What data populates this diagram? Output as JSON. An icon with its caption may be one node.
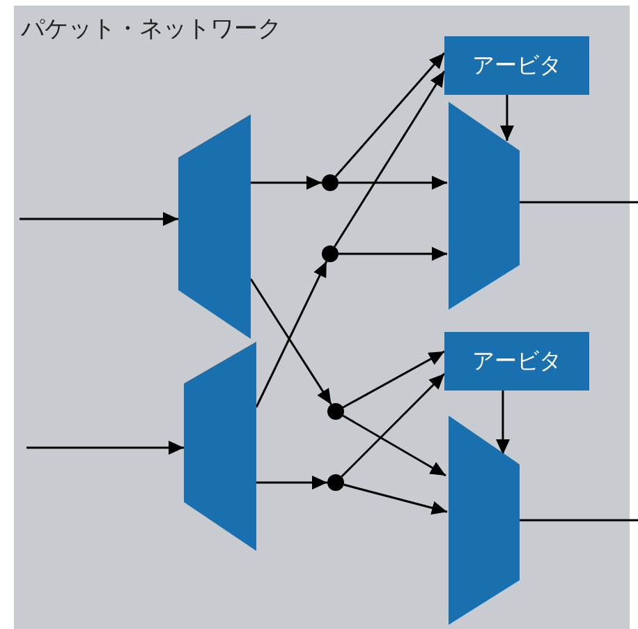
{
  "diagram": {
    "title": "パケット・ネットワーク",
    "nodes": [
      {
        "text": [],
        "shape": "trapezoid"
      },
      {
        "text": [],
        "shape": "trapezoid"
      },
      {
        "text": [],
        "shape": "circle"
      },
      {
        "text": [],
        "shape": "circle"
      },
      {
        "text": [],
        "shape": "circle"
      },
      {
        "text": [],
        "shape": "circle"
      },
      {
        "text": [
          "アービタ"
        ]
      },
      {
        "text": [],
        "shape": "trapezoid"
      },
      {
        "text": [
          "アービタ"
        ]
      },
      {
        "text": [],
        "shape": "trapezoid"
      }
    ],
    "edges": [
      {
        "from": null,
        "to": 0,
        "arrow": "to"
      },
      {
        "from": null,
        "to": 1,
        "arrow": "to"
      },
      {
        "from": 0,
        "to": 2,
        "arrow": "to"
      },
      {
        "from": 0,
        "to": 4,
        "arrow": "to"
      },
      {
        "from": 1,
        "to": 3,
        "arrow": "to"
      },
      {
        "from": 1,
        "to": 5,
        "arrow": "to"
      },
      {
        "from": 2,
        "to": 6,
        "arrow": "to"
      },
      {
        "from": 2,
        "to": 7,
        "arrow": "to"
      },
      {
        "from": 3,
        "to": 6,
        "arrow": "to"
      },
      {
        "from": 3,
        "to": 7,
        "arrow": "to"
      },
      {
        "from": 4,
        "to": 8,
        "arrow": "to"
      },
      {
        "from": 4,
        "to": 9,
        "arrow": "to"
      },
      {
        "from": 5,
        "to": 8,
        "arrow": "to"
      },
      {
        "from": 5,
        "to": 9,
        "arrow": "to"
      },
      {
        "from": 6,
        "to": 7,
        "arrow": "to"
      },
      {
        "from": 8,
        "to": 9,
        "arrow": "to"
      },
      {
        "from": 7,
        "to": null,
        "arrow": "none"
      },
      {
        "from": 9,
        "to": null,
        "arrow": "none"
      }
    ]
  }
}
